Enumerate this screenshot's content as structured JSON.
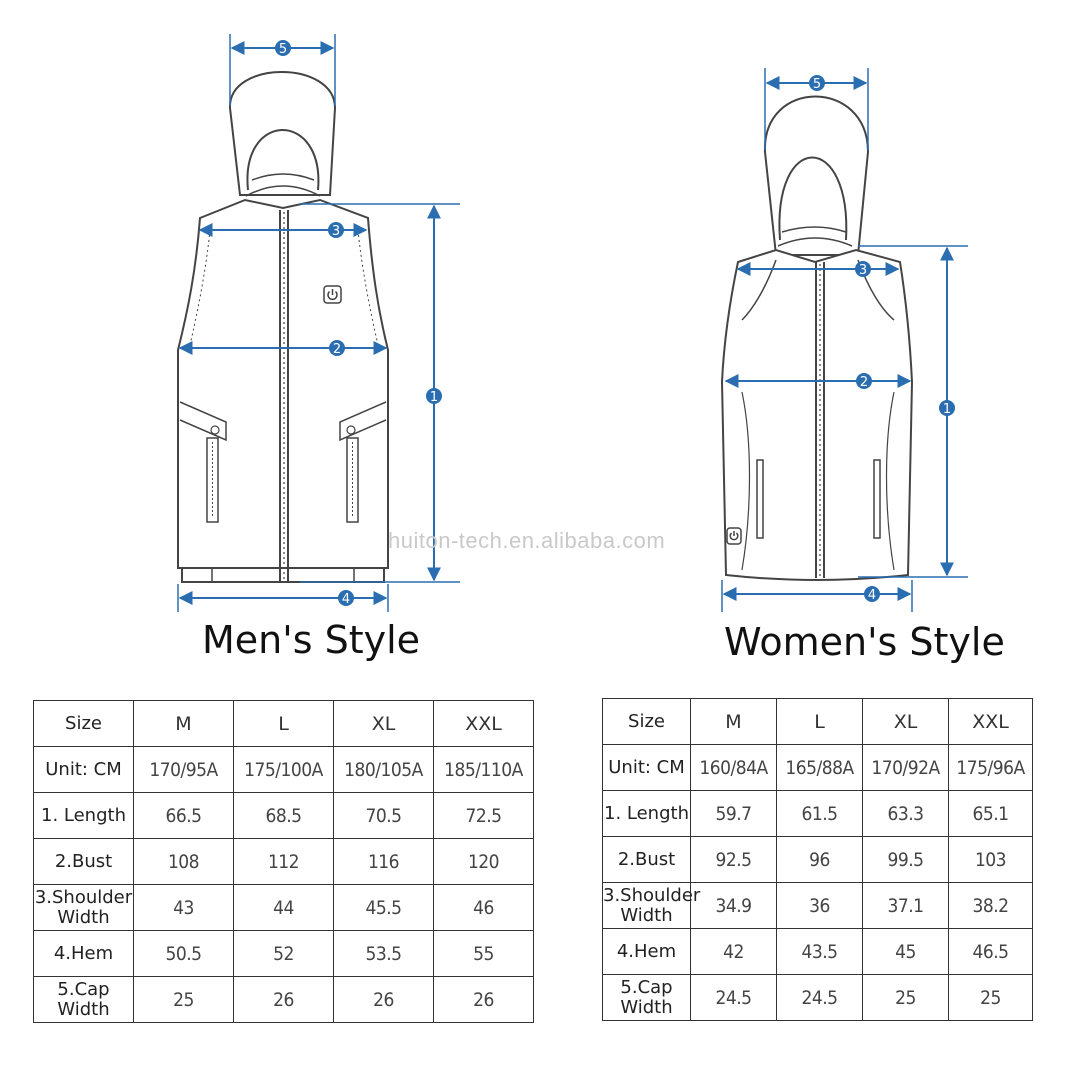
{
  "watermark": "huiton-tech.en.alibaba.com",
  "icons": {
    "power_button": "power-icon",
    "marker_color": "#2a6db0",
    "line_color": "#2a6db0",
    "garment_outline": "#444444"
  },
  "men": {
    "title": "Men's Style",
    "markers": [
      "1",
      "2",
      "3",
      "4",
      "5"
    ],
    "table": {
      "headers": [
        "Size",
        "M",
        "L",
        "XL",
        "XXL"
      ],
      "rows": [
        {
          "label": "Unit: CM",
          "values": [
            "170/95A",
            "175/100A",
            "180/105A",
            "185/110A"
          ]
        },
        {
          "label": "1. Length",
          "values": [
            "66.5",
            "68.5",
            "70.5",
            "72.5"
          ]
        },
        {
          "label": "2.Bust",
          "values": [
            "108",
            "112",
            "116",
            "120"
          ]
        },
        {
          "label": "3.Shoulder Width",
          "values": [
            "43",
            "44",
            "45.5",
            "46"
          ]
        },
        {
          "label": "4.Hem",
          "values": [
            "50.5",
            "52",
            "53.5",
            "55"
          ]
        },
        {
          "label": "5.Cap Width",
          "values": [
            "25",
            "26",
            "26",
            "26"
          ]
        }
      ]
    }
  },
  "women": {
    "title": "Women's Style",
    "markers": [
      "1",
      "2",
      "3",
      "4",
      "5"
    ],
    "table": {
      "headers": [
        "Size",
        "M",
        "L",
        "XL",
        "XXL"
      ],
      "rows": [
        {
          "label": "Unit: CM",
          "values": [
            "160/84A",
            "165/88A",
            "170/92A",
            "175/96A"
          ]
        },
        {
          "label": "1. Length",
          "values": [
            "59.7",
            "61.5",
            "63.3",
            "65.1"
          ]
        },
        {
          "label": "2.Bust",
          "values": [
            "92.5",
            "96",
            "99.5",
            "103"
          ]
        },
        {
          "label": "3.Shoulder Width",
          "values": [
            "34.9",
            "36",
            "37.1",
            "38.2"
          ]
        },
        {
          "label": "4.Hem",
          "values": [
            "42",
            "43.5",
            "45",
            "46.5"
          ]
        },
        {
          "label": "5.Cap Width",
          "values": [
            "24.5",
            "24.5",
            "25",
            "25"
          ]
        }
      ]
    }
  }
}
